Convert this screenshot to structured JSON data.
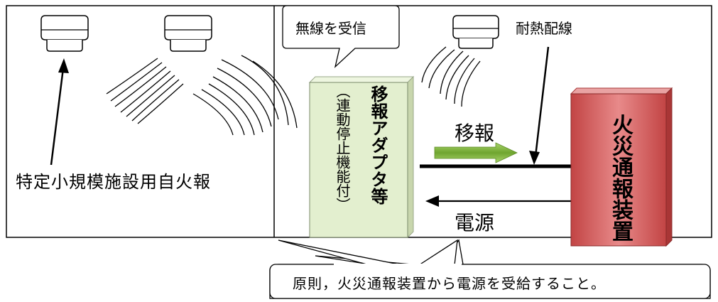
{
  "detector_label": "特定小規模施設用自火報",
  "bubble_wireless": "無線を受信",
  "wiring_label": "耐熱配線",
  "adapter": {
    "title": "移報アダプタ等",
    "note": "（連動停止機能付）"
  },
  "fire_device": "火災通報装置",
  "arrow_transfer": "移報",
  "arrow_power": "電源",
  "callout_note": "原則，火災通報装置から電源を受給すること。",
  "colors": {
    "adapter_fill": "#e3efcf",
    "device_fill": "#d45b5b",
    "arrow_green": "#7db43a"
  }
}
